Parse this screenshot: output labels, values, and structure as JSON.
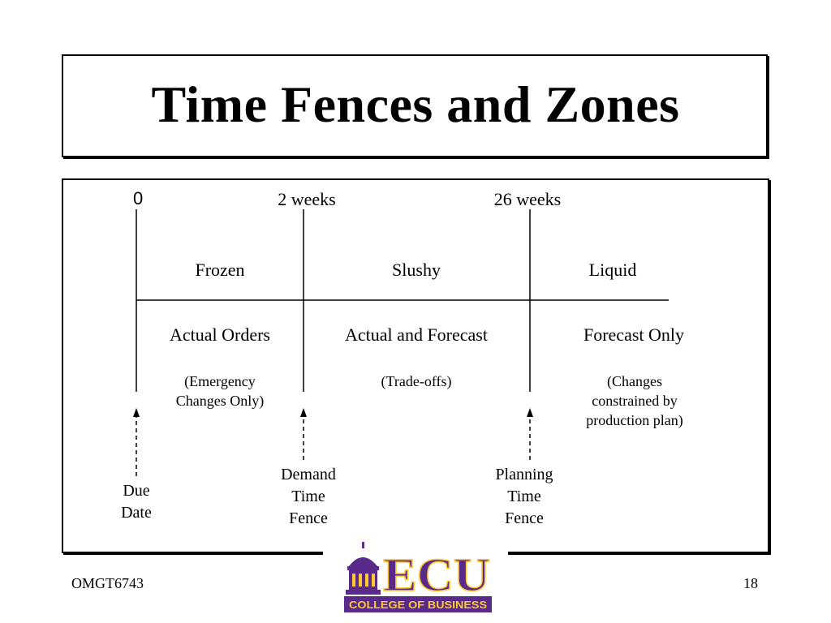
{
  "slide": {
    "title": "Time Fences and Zones",
    "course": "OMGT6743",
    "page_number": "18"
  },
  "timeline": {
    "marks": [
      "0",
      "2 weeks",
      "26 weeks"
    ],
    "zones": [
      "Frozen",
      "Slushy",
      "Liquid"
    ],
    "orders": [
      "Actual Orders",
      "Actual and Forecast",
      "Forecast Only"
    ],
    "notes": {
      "frozen": [
        "(Emergency",
        "Changes Only)"
      ],
      "slushy": [
        "(Trade-offs)"
      ],
      "liquid": [
        "(Changes",
        "constrained by",
        "production plan)"
      ]
    },
    "fences": {
      "due": [
        "Due",
        "Date"
      ],
      "demand": [
        "Demand",
        "Time",
        "Fence"
      ],
      "planning": [
        "Planning",
        "Time",
        "Fence"
      ]
    }
  },
  "logo": {
    "text": "ECU",
    "subtext": "COLLEGE OF BUSINESS",
    "colors": {
      "purple": "#592A8A",
      "gold": "#FDC82F"
    }
  }
}
